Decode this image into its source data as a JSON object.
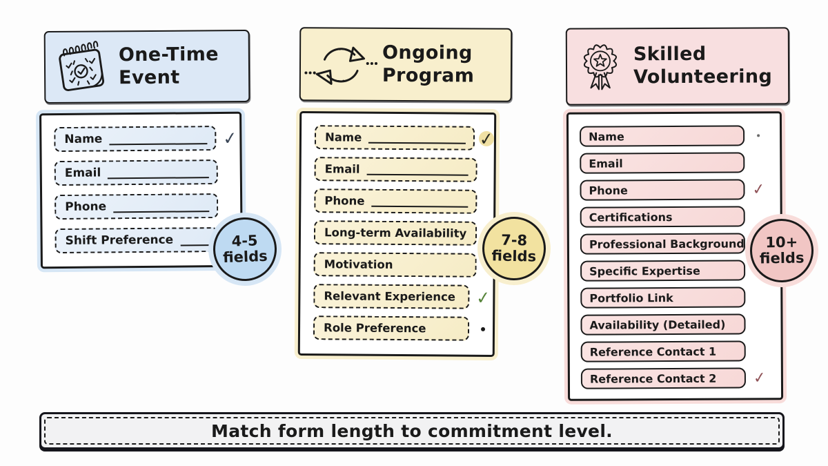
{
  "banner": {
    "text": "Match form length to commitment level."
  },
  "columns": [
    {
      "key": "one-time-event",
      "header": {
        "icon": "calendar-icon",
        "line1": "One-Time",
        "line2": "Event"
      },
      "badge": {
        "line1": "4-5",
        "line2": "fields"
      },
      "field_border": "dashed",
      "colors": {
        "header_bg": "#dce8f6",
        "field_bg": "#dfeaf6",
        "field_bg_light": "#ebf2fa",
        "badge_bg": "#bedaf2",
        "halo": "#d6e6f5"
      },
      "fields": [
        {
          "label": "Name",
          "underline": "long",
          "marker": "check",
          "marker_color": "#3a4656"
        },
        {
          "label": "Email",
          "underline": "long"
        },
        {
          "label": "Phone",
          "underline": "long"
        },
        {
          "label": "Shift Preference",
          "underline": "short"
        }
      ]
    },
    {
      "key": "ongoing-program",
      "header": {
        "icon": "cycle-arrows-icon",
        "line1": "Ongoing",
        "line2": "Program"
      },
      "badge": {
        "line1": "7-8",
        "line2": "fields"
      },
      "field_border": "dashed",
      "colors": {
        "header_bg": "#f8efcd",
        "field_bg": "#f6ecc6",
        "field_bg_light": "#faf3d9",
        "badge_bg": "#f2e2a0",
        "halo": "#f8efce"
      },
      "fields": [
        {
          "label": "Name",
          "underline": "long",
          "marker": "check",
          "marker_color": "#2b2b20",
          "marker_halo": "#f0e0a4"
        },
        {
          "label": "Email",
          "underline": "long"
        },
        {
          "label": "Phone",
          "underline": "long"
        },
        {
          "label": "Long-term Availability"
        },
        {
          "label": "Motivation"
        },
        {
          "label": "Relevant Experience",
          "marker": "check",
          "marker_color": "#57843b"
        },
        {
          "label": "Role Preference",
          "marker": "dot",
          "marker_color": "#1a1a1a"
        }
      ]
    },
    {
      "key": "skilled-volunteering",
      "header": {
        "icon": "award-ribbon-icon",
        "line1": "Skilled",
        "line2": "Volunteering"
      },
      "badge": {
        "line1": "10+",
        "line2": "fields"
      },
      "field_border": "solid",
      "colors": {
        "header_bg": "#f8dfe0",
        "field_bg": "#f7d8d7",
        "field_bg_light": "#fae4e3",
        "badge_bg": "#f1c6c4",
        "halo": "#f8dcda"
      },
      "fields": [
        {
          "label": "Name",
          "marker": "dot",
          "marker_color": "#6a6a6a"
        },
        {
          "label": "Email"
        },
        {
          "label": "Phone",
          "marker": "check",
          "marker_color": "#8f5257"
        },
        {
          "label": "Certifications"
        },
        {
          "label": "Professional Background"
        },
        {
          "label": "Specific Expertise"
        },
        {
          "label": "Portfolio Link"
        },
        {
          "label": "Availability (Detailed)"
        },
        {
          "label": "Reference Contact 1"
        },
        {
          "label": "Reference Contact 2",
          "marker": "check",
          "marker_color": "#8f5257"
        }
      ]
    }
  ]
}
